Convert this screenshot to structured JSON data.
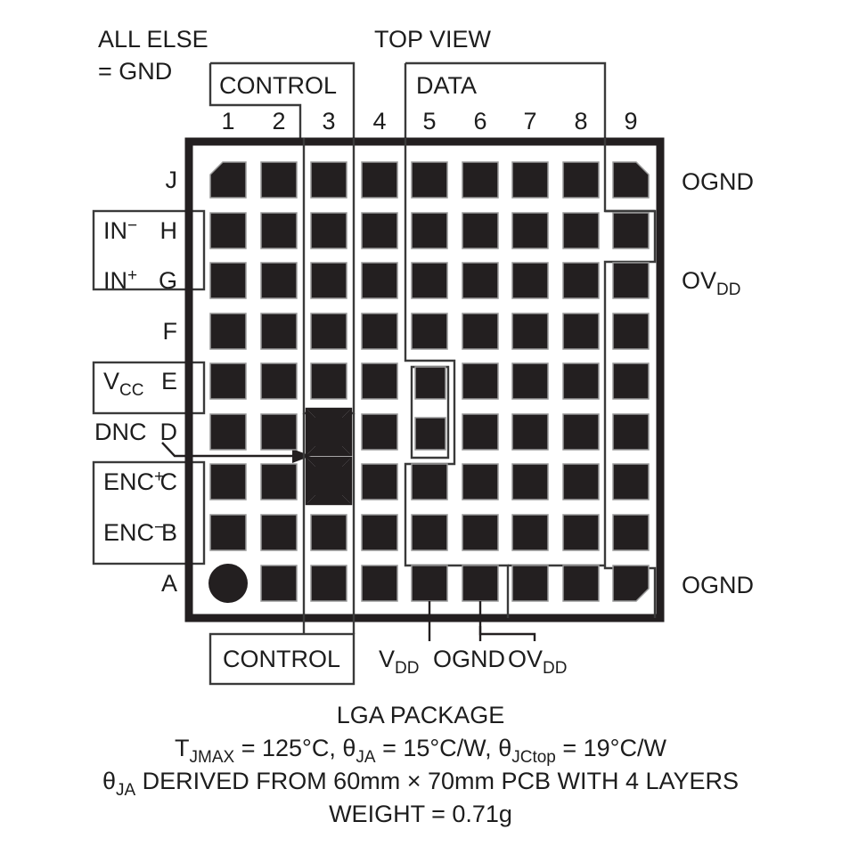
{
  "title": "LGA Package Pinout Diagram",
  "annotations": {
    "all_else": "ALL ELSE",
    "all_else_2": "= GND",
    "top_view": "TOP VIEW",
    "control_top": "CONTROL",
    "control_bottom": "CONTROL",
    "data_top": "DATA"
  },
  "columns": [
    "1",
    "2",
    "3",
    "4",
    "5",
    "6",
    "7",
    "8",
    "9"
  ],
  "rows": [
    "J",
    "H",
    "G",
    "F",
    "E",
    "D",
    "C",
    "B",
    "A"
  ],
  "left_labels": [
    {
      "row": "H",
      "text": "IN",
      "script": "−"
    },
    {
      "row": "G",
      "text": "IN",
      "script": "+"
    },
    {
      "row": "E",
      "text": "V",
      "script": "CC"
    },
    {
      "row": "D",
      "text": "DNC",
      "script": ""
    },
    {
      "row": "C",
      "text": "ENC",
      "script": "+"
    },
    {
      "row": "B",
      "text": "ENC",
      "script": "−"
    }
  ],
  "right_labels": [
    {
      "row": "J",
      "text": "OGND",
      "script": ""
    },
    {
      "row": "G",
      "text": "OV",
      "script": "DD"
    },
    {
      "row": "A",
      "text": "OGND",
      "script": ""
    }
  ],
  "bottom_labels": [
    {
      "text": "V",
      "script": "DD"
    },
    {
      "text": "OGND",
      "script": ""
    },
    {
      "text": "OV",
      "script": "DD"
    }
  ],
  "footer": {
    "line1": "LGA PACKAGE",
    "line2_a": "T",
    "line2_a_sub": "JMAX",
    "line2_b": " = 125°C, ",
    "line2_c": "θ",
    "line2_c_sub": "JA",
    "line2_d": " = 15°C/W, ",
    "line2_e": "θ",
    "line2_e_sub": "JCtop",
    "line2_f": " = 19°C/W",
    "line3_a": "θ",
    "line3_a_sub": "JA",
    "line3_b": " DERIVED FROM 60mm × 70mm PCB WITH 4 LAYERS",
    "line4": "WEIGHT = 0.71g"
  },
  "pads": {
    "pin1_indicator_cell": "A1",
    "chamfered_cells": [
      "J1",
      "J9",
      "A9"
    ],
    "dnc_cells": [
      "D3",
      "C3"
    ],
    "total": 81
  },
  "colors": {
    "pad_fill": "#231f20",
    "outline": "#231f20",
    "background": "#ffffff",
    "thin_line": "#3a3a3a"
  }
}
